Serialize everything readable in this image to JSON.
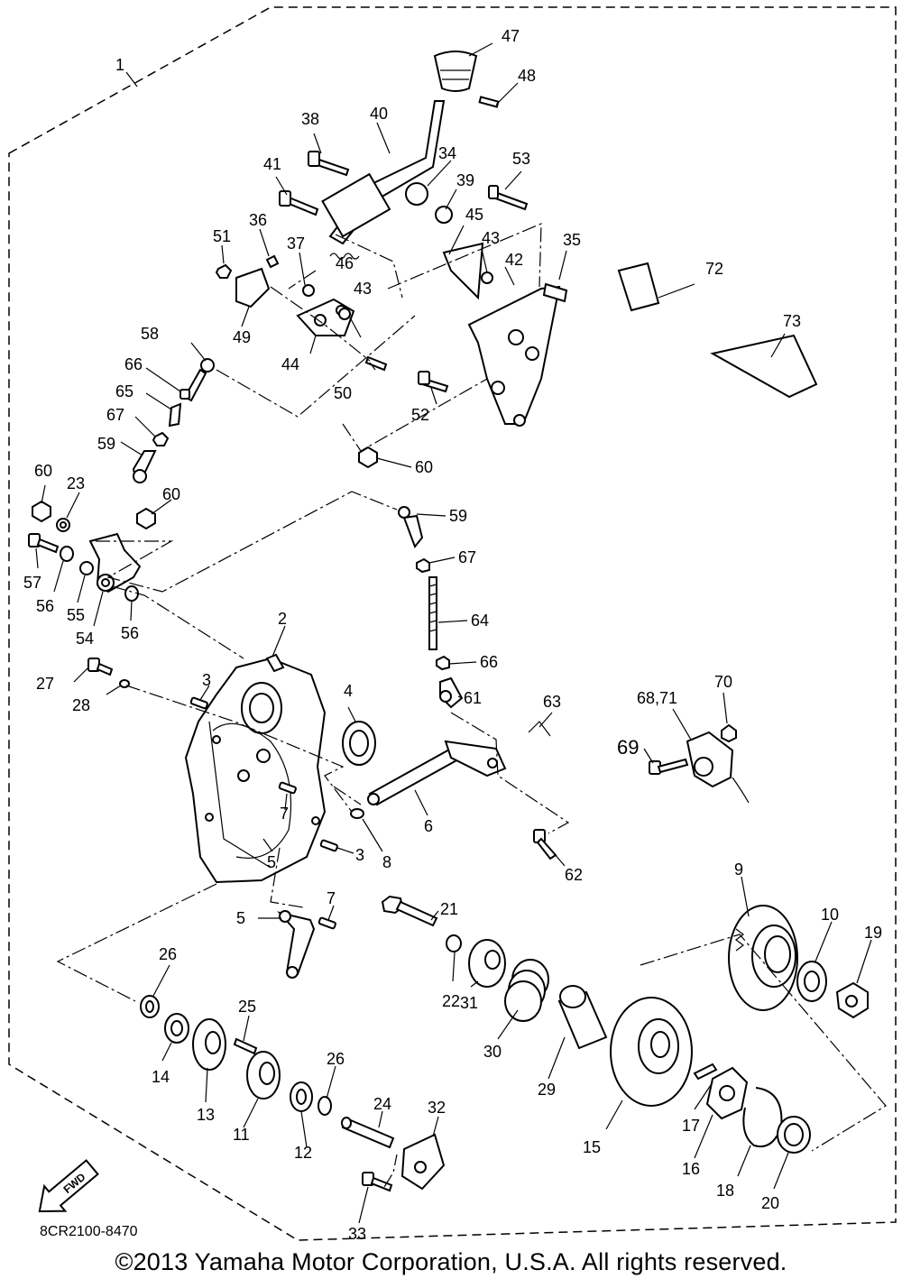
{
  "diagram": {
    "callouts": [
      "1",
      "2",
      "3",
      "3",
      "4",
      "5",
      "5",
      "6",
      "7",
      "7",
      "8",
      "9",
      "10",
      "11",
      "12",
      "13",
      "14",
      "15",
      "16",
      "17",
      "18",
      "19",
      "20",
      "21",
      "22",
      "23",
      "24",
      "25",
      "26",
      "26",
      "27",
      "28",
      "29",
      "30",
      "31",
      "32",
      "33",
      "34",
      "35",
      "36",
      "37",
      "38",
      "39",
      "40",
      "41",
      "42",
      "43",
      "43",
      "44",
      "45",
      "46",
      "47",
      "48",
      "49",
      "50",
      "51",
      "52",
      "53",
      "54",
      "55",
      "56",
      "56",
      "57",
      "58",
      "59",
      "59",
      "60",
      "60",
      "60",
      "61",
      "62",
      "63",
      "64",
      "65",
      "66",
      "66",
      "67",
      "67",
      "68,71",
      "69",
      "70",
      "72",
      "73"
    ],
    "fwd_label": "FWD",
    "ref_code": "8CR2100-8470"
  },
  "footer": {
    "copyright": "©2013 Yamaha Motor Corporation, U.S.A. All rights reserved."
  }
}
